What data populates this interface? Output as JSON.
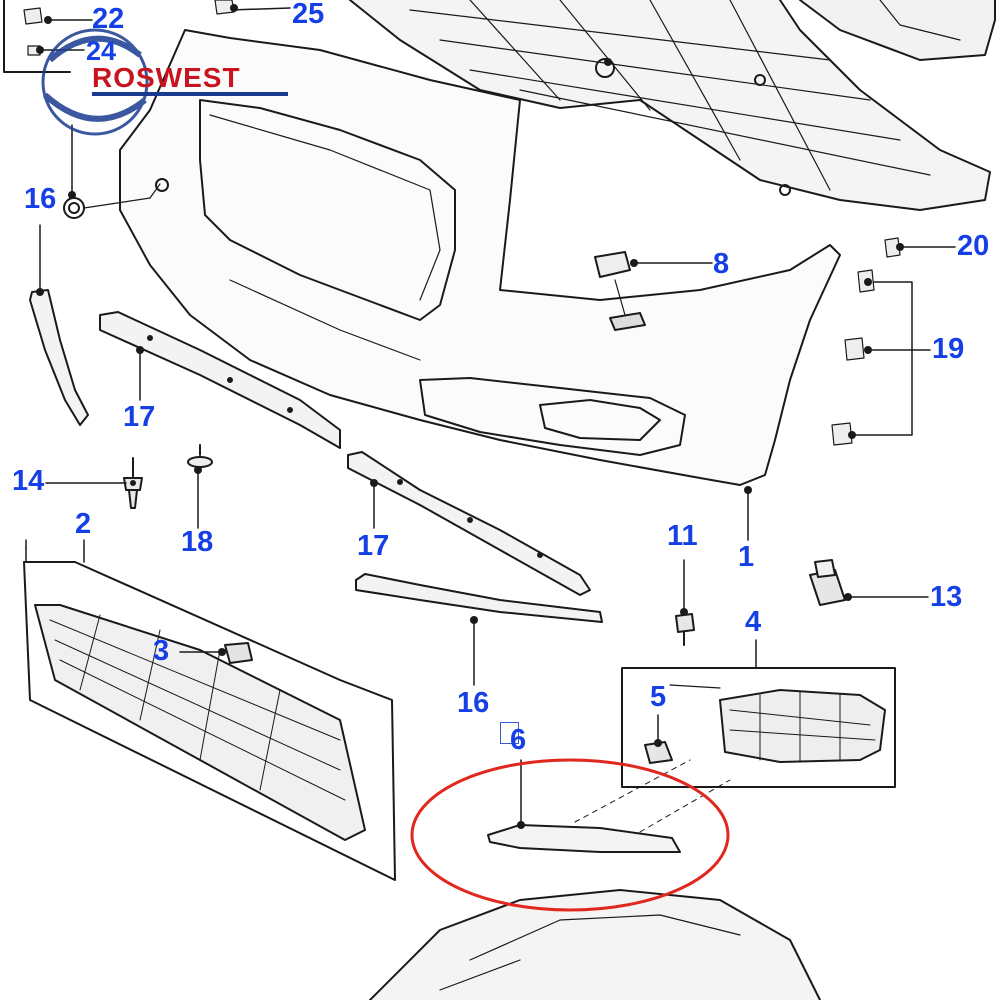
{
  "callouts": {
    "n1": "1",
    "n2": "2",
    "n3": "3",
    "n4": "4",
    "n5": "5",
    "n6": "6",
    "n8": "8",
    "n11": "11",
    "n13": "13",
    "n14": "14",
    "n16a": "16",
    "n16b": "16",
    "n17a": "17",
    "n17b": "17",
    "n18": "18",
    "n19": "19",
    "n20": "20",
    "n22": "22",
    "n24": "24",
    "n25": "25"
  },
  "watermark": {
    "text": "ROSWEST"
  },
  "colors": {
    "callout": "#1540e6",
    "line": "#1a1a1a",
    "highlight_circle": "#e0281e",
    "watermark_text": "#c8141e",
    "watermark_ring": "#1a3a8f"
  },
  "highlighted_part": "6"
}
